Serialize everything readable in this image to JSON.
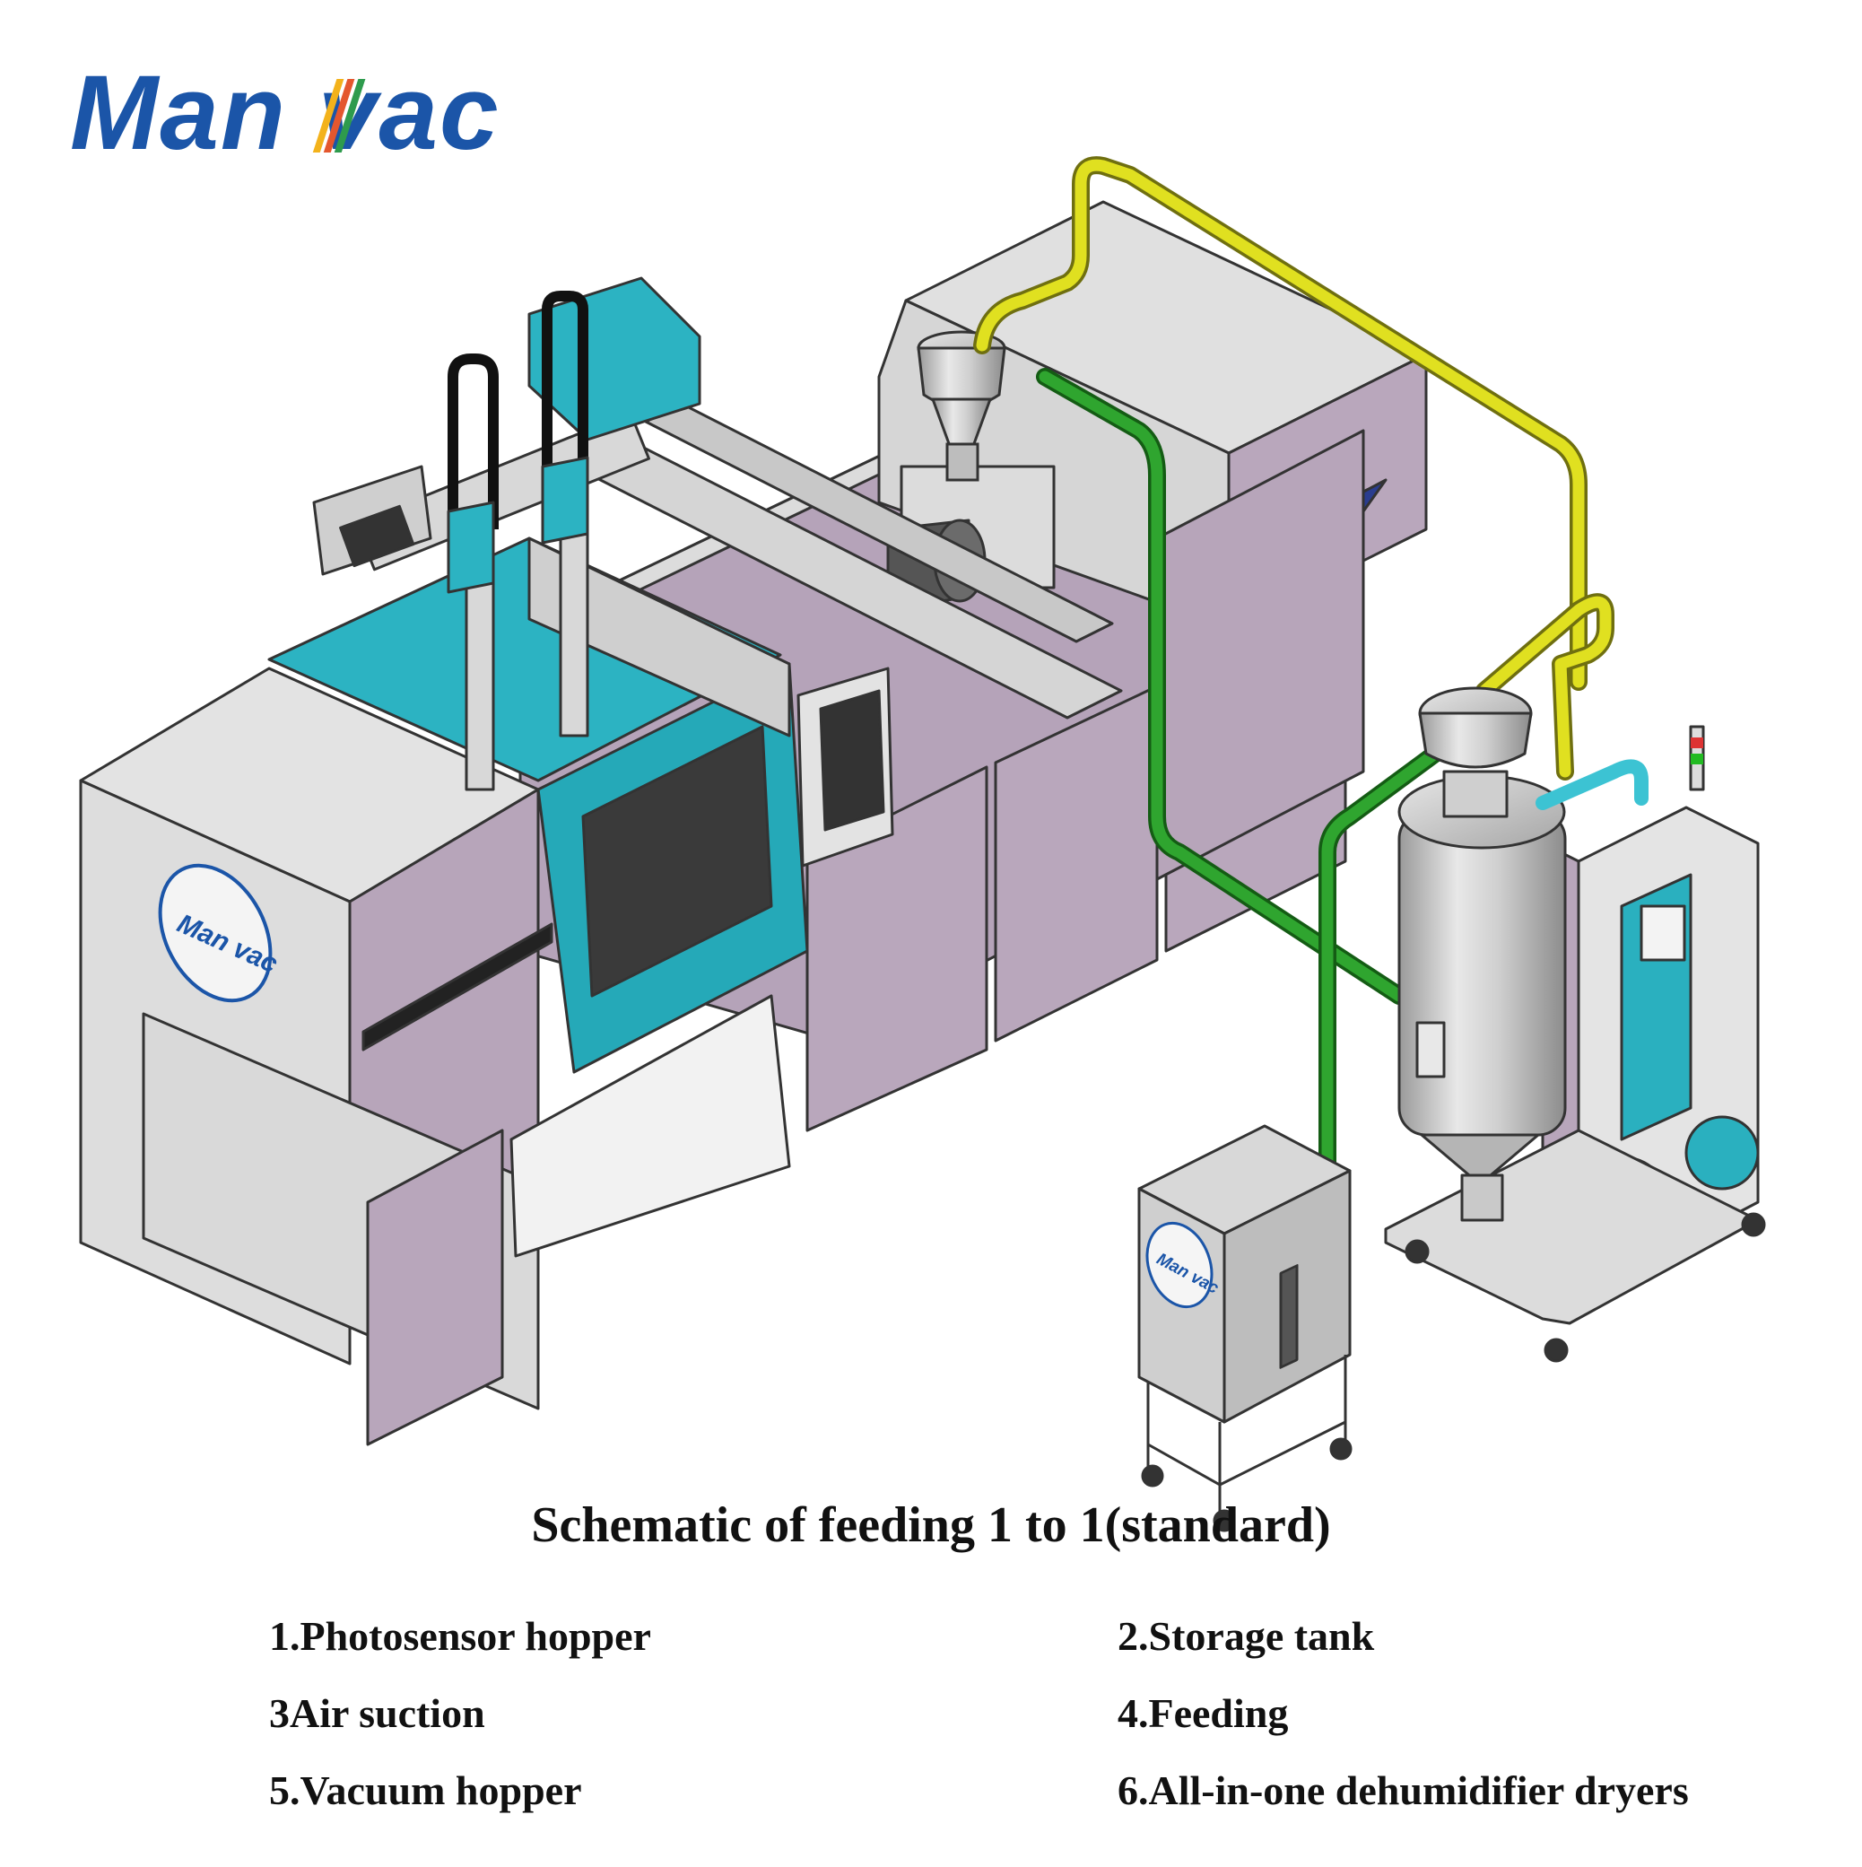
{
  "brand": {
    "logo_text": "Man vac",
    "logo_color": "#1b55a8",
    "badge_text": "Man vac",
    "stripe_colors": [
      "#f3b21b",
      "#e4572e",
      "#2e9b4d"
    ]
  },
  "diagram": {
    "title": "Schematic of feeding 1 to 1(standard)",
    "legend": [
      "1.Photosensor hopper",
      "2.Storage tank",
      "3Air suction",
      "4.Feeding",
      "5.Vacuum hopper",
      "6.All-in-one dehumidifier dryers"
    ],
    "pipe_colors": {
      "air_suction": "#e0e020",
      "feeding": "#2fa52f",
      "dryer_return": "#3cc3d3"
    },
    "machine_colors": {
      "body": "#b8a6bb",
      "panel": "#e2e2e2",
      "accent": "#2ab0bf",
      "window": "#3a3a3a"
    }
  }
}
